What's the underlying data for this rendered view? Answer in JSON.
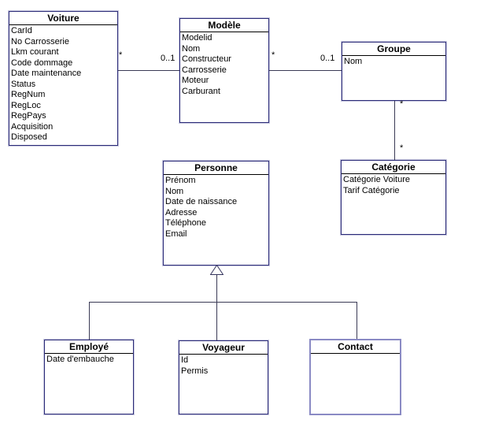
{
  "colors": {
    "background": "#ffffff",
    "box-border": "#2b2b78",
    "box-halo": "#c9c9e0",
    "selected-border": "#8a8ac4",
    "line": "#3a3a55",
    "text": "#000000"
  },
  "diagram": {
    "classes": [
      {
        "id": "voiture",
        "title": "Voiture",
        "attributes": [
          "CarId",
          "No Carrosserie",
          "Lkm courant",
          "Code dommage",
          "Date maintenance",
          "Status",
          "RegNum",
          "RegLoc",
          "RegPays",
          "Acquisition",
          "Disposed"
        ]
      },
      {
        "id": "modele",
        "title": "Modèle",
        "attributes": [
          "Modelid",
          "Nom",
          "Constructeur",
          "Carrosserie",
          "Moteur",
          "Carburant"
        ]
      },
      {
        "id": "groupe",
        "title": "Groupe",
        "attributes": [
          "Nom"
        ]
      },
      {
        "id": "categorie",
        "title": "Catégorie",
        "attributes": [
          "Catégorie Voiture",
          "Tarif Catégorie"
        ]
      },
      {
        "id": "personne",
        "title": "Personne",
        "attributes": [
          "Prénom",
          "Nom",
          "Date de naissance",
          "Adresse",
          "Téléphone",
          "Email"
        ]
      },
      {
        "id": "employe",
        "title": "Employé",
        "attributes": [
          "Date d'embauche"
        ]
      },
      {
        "id": "voyageur",
        "title": "Voyageur",
        "attributes": [
          "Id",
          "Permis"
        ]
      },
      {
        "id": "contact",
        "title": "Contact",
        "attributes": []
      }
    ],
    "associations": [
      {
        "from": "Voiture",
        "to": "Modèle",
        "from_label": "*",
        "to_label": "0..1"
      },
      {
        "from": "Modèle",
        "to": "Groupe",
        "from_label": "*",
        "to_label": "0..1"
      },
      {
        "from": "Groupe",
        "to": "Catégorie",
        "from_label": "*",
        "to_label": "*"
      }
    ],
    "generalization": {
      "parent": "Personne",
      "children": [
        "Employé",
        "Voyageur",
        "Contact"
      ]
    }
  }
}
